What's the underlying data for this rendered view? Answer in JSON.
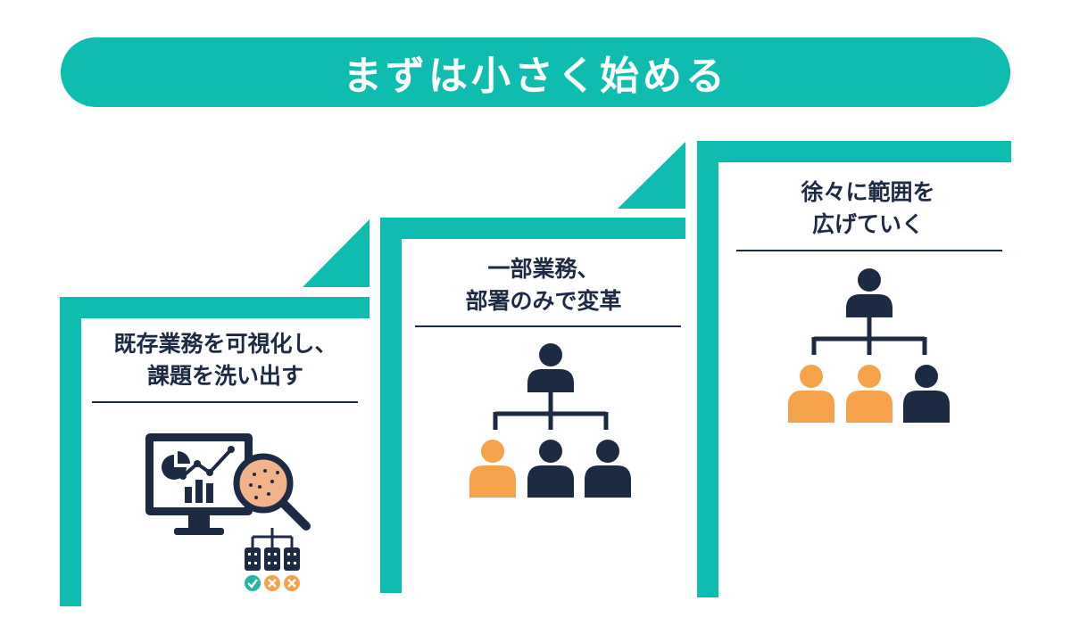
{
  "title": "まずは小さく始める",
  "colors": {
    "teal": "#0fbcb0",
    "navy": "#1c2a44",
    "orange": "#f6a24b",
    "check_green": "#27b3a2"
  },
  "steps": [
    {
      "line1": "既存業務を可視化し、",
      "line2": "課題を洗い出す",
      "icon": "monitor-analytics-magnifier-icon"
    },
    {
      "line1": "一部業務、",
      "line2": "部署のみで変革",
      "icon": "org-chart-one-highlighted-icon"
    },
    {
      "line1": "徐々に範囲を",
      "line2": "広げていく",
      "icon": "org-chart-two-highlighted-icon"
    }
  ]
}
